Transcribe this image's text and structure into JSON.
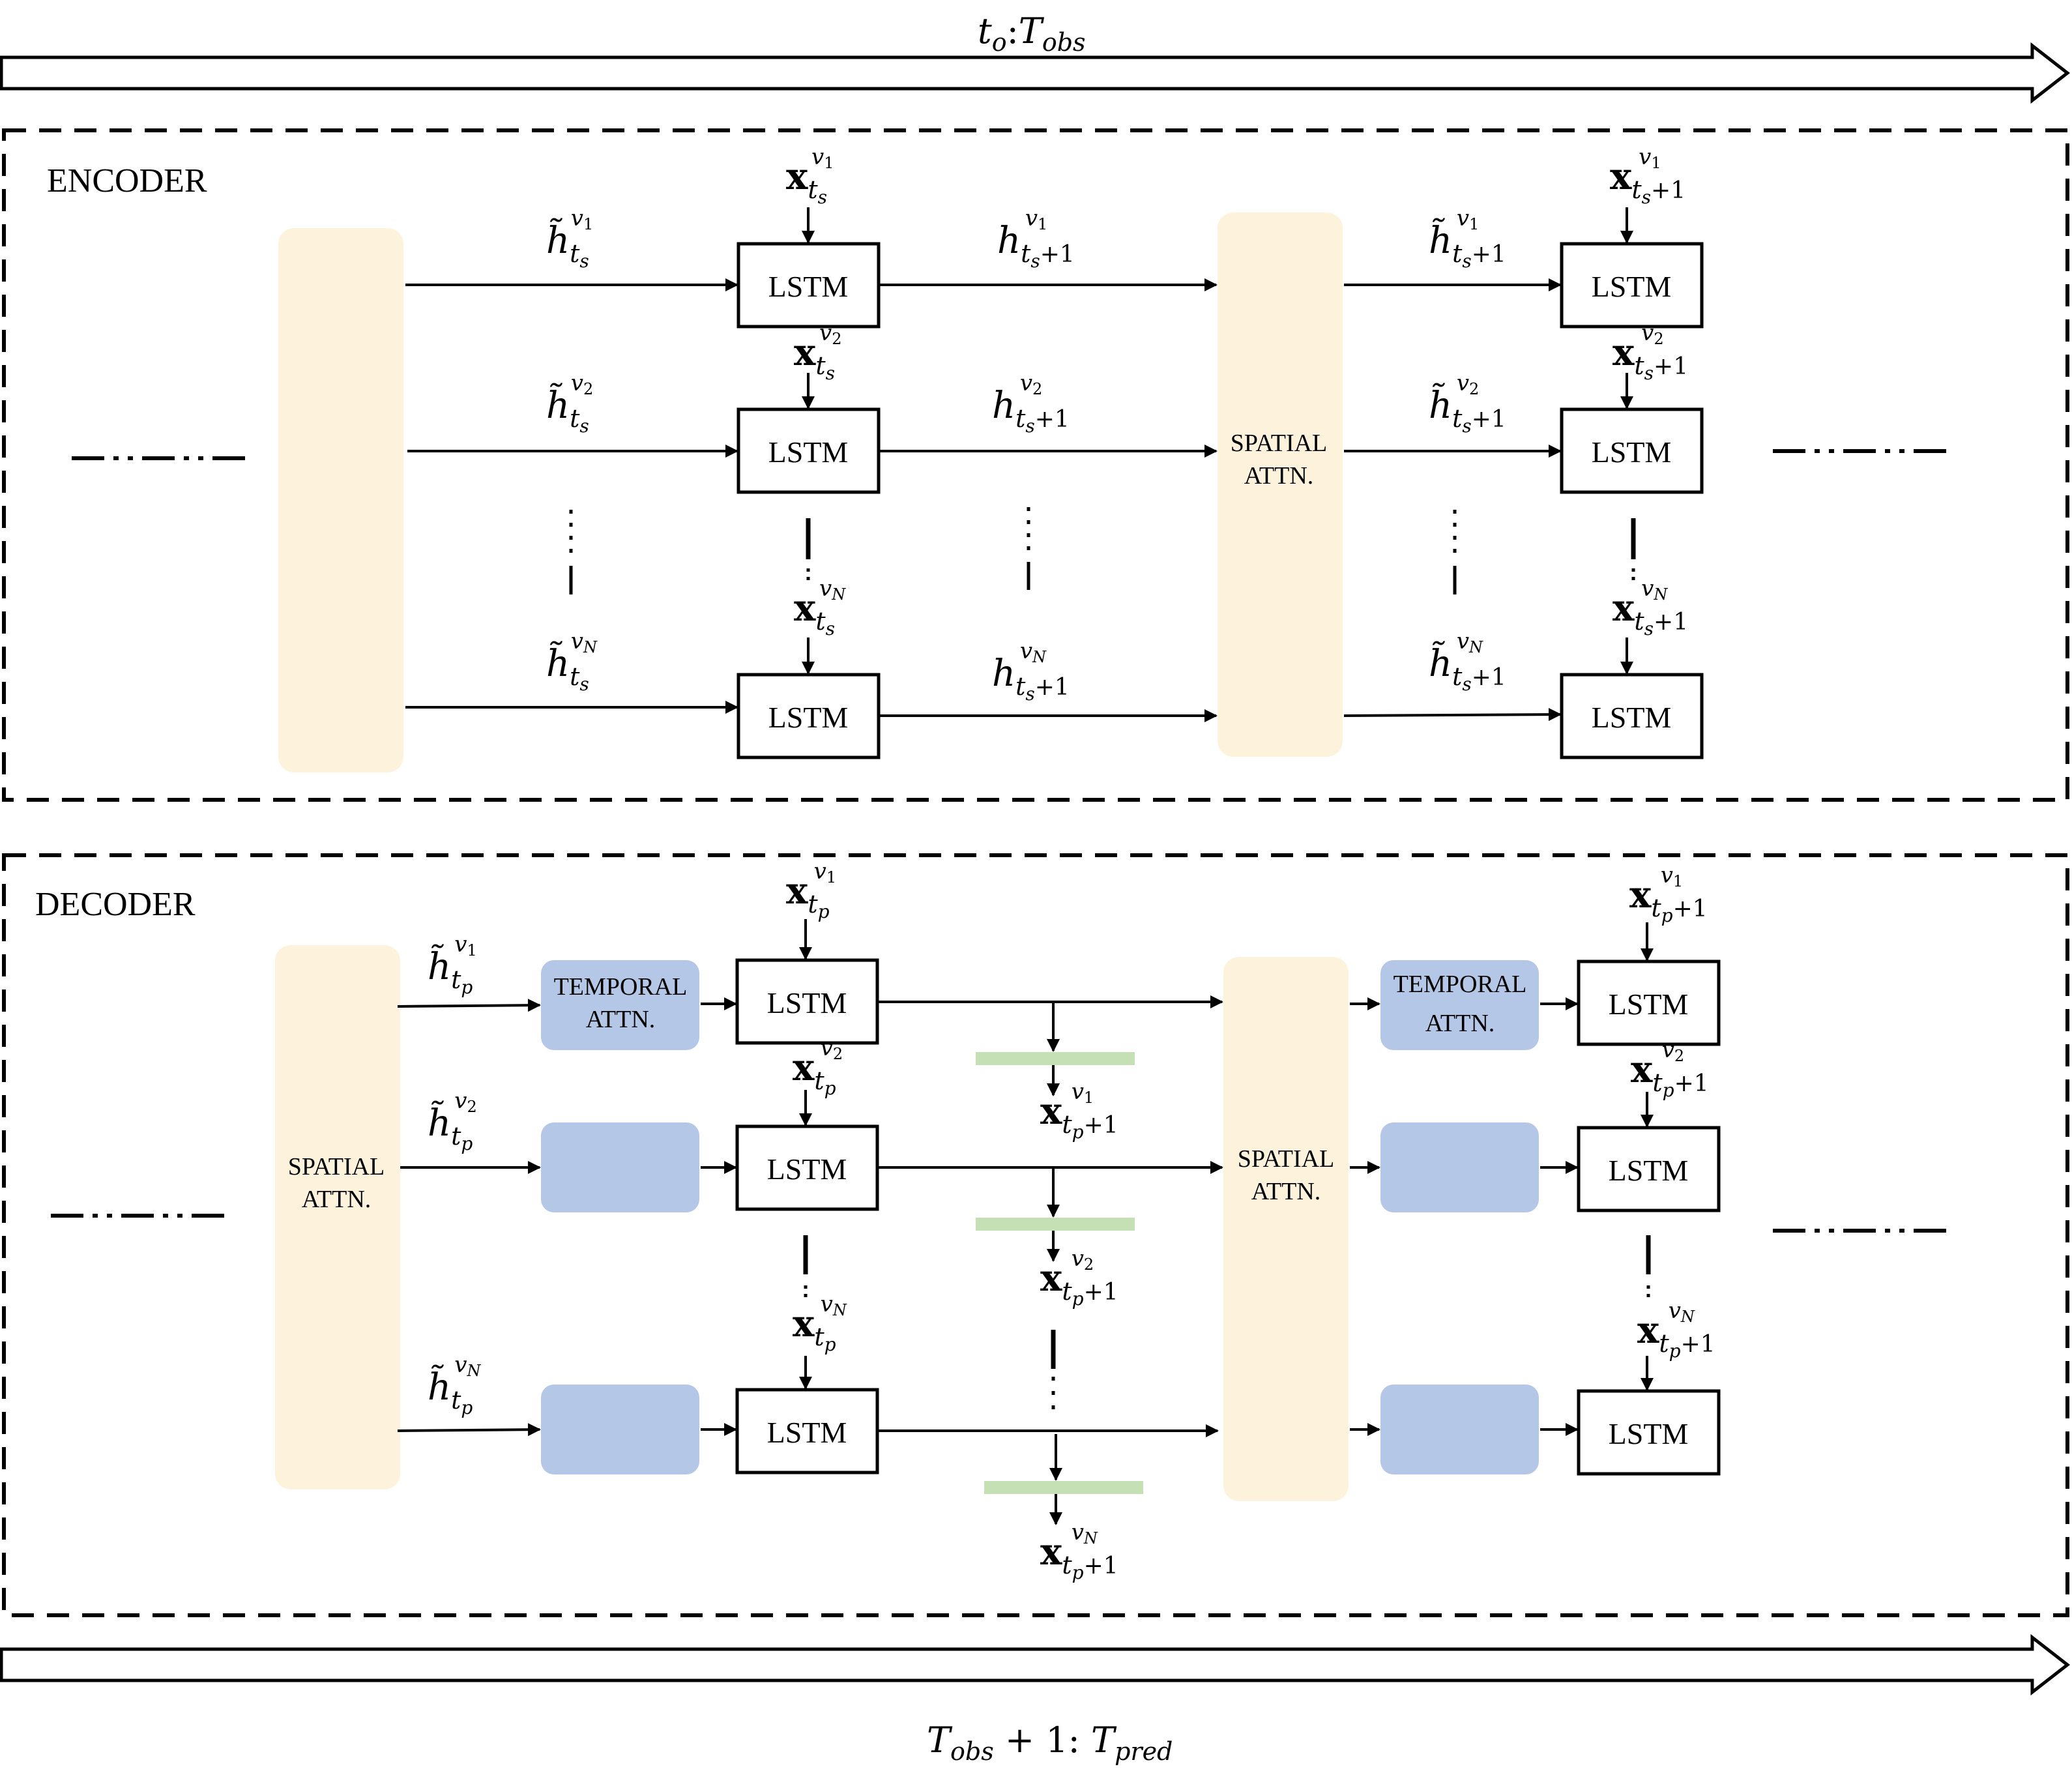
{
  "timeline": {
    "top_label_main": "t",
    "top_label_sub": "o",
    "top_label_colon": ":",
    "top_label_main2": "T",
    "top_label_sub2": "obs",
    "bottom_label_main": "T",
    "bottom_label_sub": "obs",
    "bottom_label_mid": " + 1: ",
    "bottom_label_main2": "T",
    "bottom_label_sub2": "pred"
  },
  "encoder": {
    "title": "ENCODER",
    "lstm_label": "LSTM",
    "spatial_attn_line1": "SPATIAL",
    "spatial_attn_line2": "ATTN.",
    "h_tilde_ts": [
      "v1",
      "v2",
      "vN"
    ],
    "h_ts1": [
      "v1",
      "v2",
      "vN"
    ],
    "h_tilde_ts1": [
      "v1",
      "v2",
      "vN"
    ]
  },
  "decoder": {
    "title": "DECODER",
    "lstm_label": "LSTM",
    "spatial_attn_line1": "SPATIAL",
    "spatial_attn_line2": "ATTN.",
    "temporal_attn_line1": "TEMPORAL",
    "temporal_attn_line2": "ATTN."
  },
  "math": {
    "x": "x",
    "h": "h",
    "ts": "t",
    "ts_sub": "s",
    "tp_sub": "p",
    "plus1": "+1",
    "v": "v",
    "one": "1",
    "two": "2",
    "N": "N"
  },
  "colors": {
    "spatial_attn": "#fdf3dc",
    "temporal_attn": "#b4c7e7",
    "output_bar": "#c5e0b4",
    "stroke": "#000000"
  }
}
